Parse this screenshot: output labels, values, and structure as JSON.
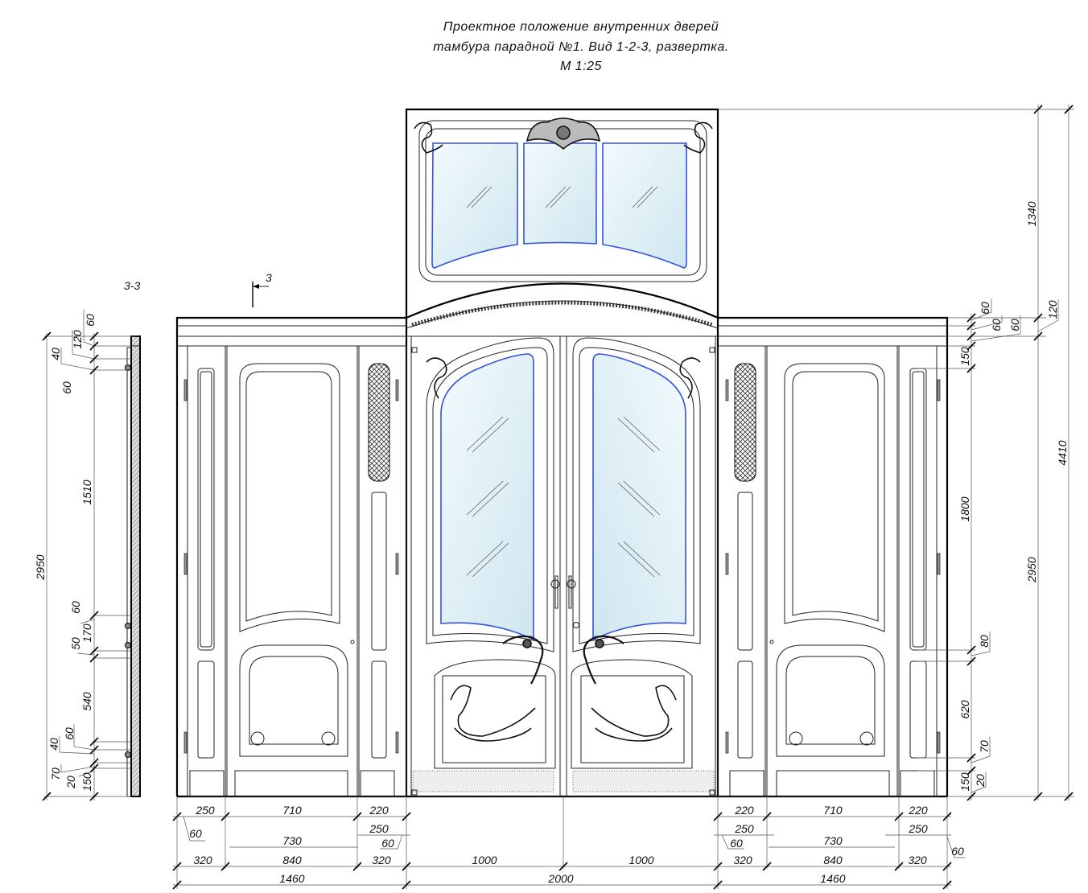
{
  "title": {
    "line1": "Проектное положение внутренних дверей",
    "line2": "тамбура парадной №1. Вид 1-2-3, развертка.",
    "scale": "М 1:25"
  },
  "section": {
    "label": "3-3",
    "marker": "3"
  },
  "colors": {
    "glass_outline": "#3355dd",
    "glass_fill": "#dbeef5",
    "lines": "#000000"
  },
  "dims": {
    "left_section": {
      "total": "2950",
      "chain": [
        "60",
        "120",
        "40",
        "60",
        "1510",
        "60",
        "170",
        "50",
        "540",
        "40",
        "60",
        "70",
        "20",
        "150"
      ]
    },
    "right_inner": [
      "60",
      "60",
      "60",
      "150",
      "1800",
      "80",
      "620",
      "70",
      "150",
      "20"
    ],
    "right_outer": {
      "transom": "1340",
      "cornice": "120",
      "door_height": "2950",
      "total": "4410"
    },
    "bottom": {
      "row1": [
        "250",
        "710",
        "220",
        "220",
        "710",
        "220"
      ],
      "row2": [
        "250",
        "250",
        "250"
      ],
      "leaders": [
        "60",
        "60",
        "60",
        "60"
      ],
      "row3": [
        "730",
        "730"
      ],
      "row4": [
        "320",
        "840",
        "320",
        "1000",
        "1000",
        "320",
        "840",
        "320"
      ],
      "row5": [
        "1460",
        "2000",
        "1460"
      ]
    }
  }
}
